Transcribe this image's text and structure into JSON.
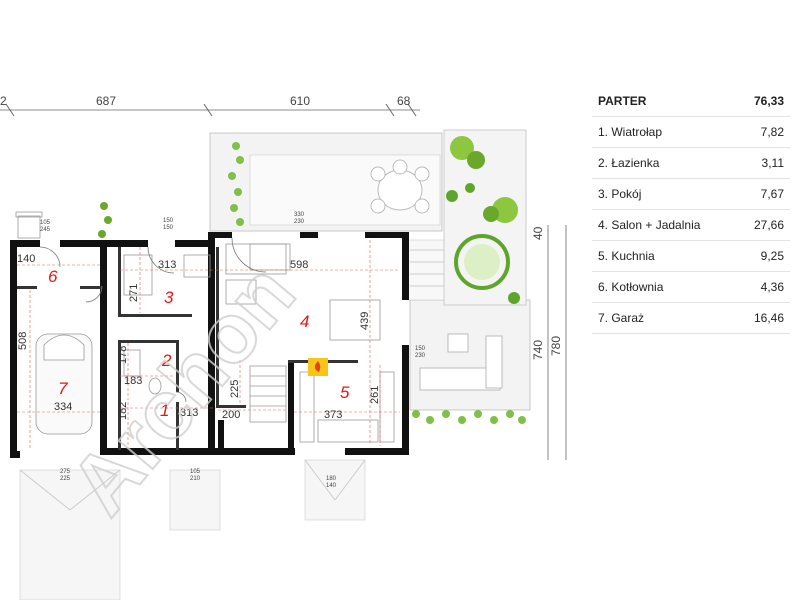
{
  "watermark": "Archon",
  "summary": {
    "title": "PARTER",
    "total": "76,33",
    "rooms": [
      {
        "label": "1. Wiatrołap",
        "area": "7,82"
      },
      {
        "label": "2. Łazienka",
        "area": "3,11"
      },
      {
        "label": "3. Pokój",
        "area": "7,67"
      },
      {
        "label": "4. Salon + Jadalnia",
        "area": "27,66"
      },
      {
        "label": "5. Kuchnia",
        "area": "9,25"
      },
      {
        "label": "6. Kotłownia",
        "area": "4,36"
      },
      {
        "label": "7. Garaż",
        "area": "16,46"
      }
    ]
  },
  "plan": {
    "top_dims": [
      "2",
      "687",
      "610",
      "68"
    ],
    "right_dims": [
      "40",
      "740",
      "780"
    ],
    "room_numbers": [
      "1",
      "2",
      "3",
      "4",
      "5",
      "6",
      "7"
    ],
    "room_dims": {
      "r6_w": "140",
      "r3_w": "313",
      "r3_h": "271",
      "r4_w": "598",
      "r4_h": "439",
      "r7_h": "508",
      "r7_w": "334",
      "r2_h": "178",
      "r2_w": "183",
      "r1_h": "182",
      "r1_w": "313",
      "stairs_h": "225",
      "stairs_w": "200",
      "r5_w": "373",
      "r5_h": "261"
    },
    "window_marks": {
      "w1": "105",
      "w1b": "245",
      "w2": "150",
      "w2b": "150",
      "w3": "330",
      "w3b": "230",
      "w4": "150",
      "w4b": "230",
      "w5": "275",
      "w5b": "225",
      "w6": "105",
      "w6b": "210",
      "w7": "180",
      "w7b": "140"
    }
  }
}
